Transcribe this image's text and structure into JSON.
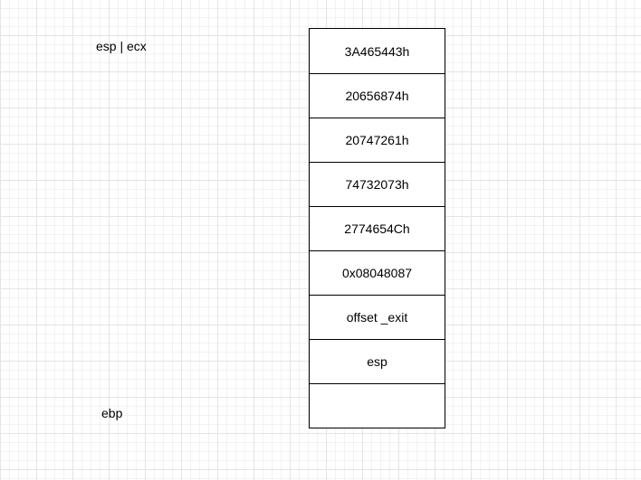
{
  "labels": {
    "top_pointer": "esp | ecx",
    "bottom_pointer": "ebp"
  },
  "stack_cells": [
    "3A465443h",
    "20656874h",
    "20747261h",
    "74732073h",
    "2774654Ch",
    "0x08048087",
    "offset _exit",
    "esp",
    ""
  ]
}
